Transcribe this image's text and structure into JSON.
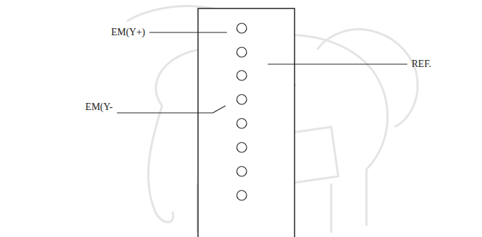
{
  "diagram": {
    "labels": [
      "EM(Y+)",
      "REF.",
      "EM(Y-"
    ]
  }
}
